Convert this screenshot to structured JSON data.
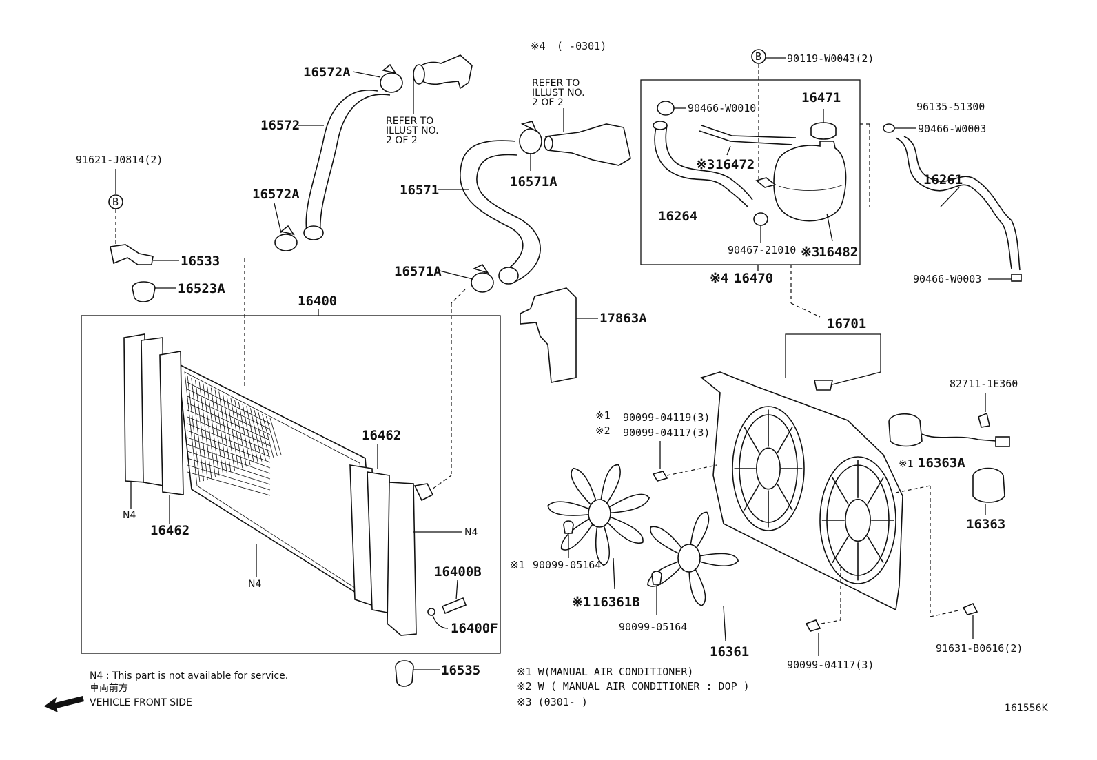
{
  "header": {
    "note4_mark": "※4",
    "note4_range": "(      -0301)"
  },
  "refer": {
    "lines": [
      "REFER TO",
      "ILLUST NO.",
      "2 OF 2"
    ]
  },
  "parts": {
    "p16572A_top": "16572A",
    "p16572": "16572",
    "p16572A_low": "16572A",
    "p91621": "91621-J0814(2)",
    "p16533": "16533",
    "p16523A": "16523A",
    "p16571A_top": "16571A",
    "p16571": "16571",
    "p16571A_low": "16571A",
    "p16400": "16400",
    "p17863A": "17863A",
    "p16462_right": "16462",
    "p16462_left": "16462",
    "p16400B": "16400B",
    "p16400F": "16400F",
    "p16535": "16535",
    "p90119": "90119-W0043(2)",
    "p90466_w0010": "90466-W0010",
    "p16471": "16471",
    "p16472": "16472",
    "p16264": "16264",
    "p90467": "90467-21010",
    "p16482": "16482",
    "p16470": "16470",
    "p96135": "96135-51300",
    "p90466_w0003_top": "90466-W0003",
    "p16261": "16261",
    "p90466_w0003_low": "90466-W0003",
    "p16701": "16701",
    "p82711": "82711-1E360",
    "p16363A": "16363A",
    "p16363": "16363",
    "p90099_04119": "90099-04119(3)",
    "p90099_04117a": "90099-04117(3)",
    "p90099_05164a": "90099-05164",
    "p16361B": "16361B",
    "p90099_05164b": "90099-05164",
    "p16361": "16361",
    "p90099_04117b": "90099-04117(3)",
    "p91631": "91631-B0616(2)",
    "n4": "N4"
  },
  "marks": {
    "m1": "※1",
    "m2": "※2",
    "m3": "※3",
    "m4": "※4",
    "b": "B"
  },
  "footnotes": {
    "n4_note": "N4 : This part is not available for service.",
    "front_jp": "車両前方",
    "front_en": "VEHICLE FRONT SIDE",
    "fn1": "※1 W(MANUAL AIR CONDITIONER)",
    "fn2": "※2 W ( MANUAL AIR CONDITIONER : DOP )",
    "fn3": "※3 (0301-      )",
    "drawing_id": "161556K"
  }
}
